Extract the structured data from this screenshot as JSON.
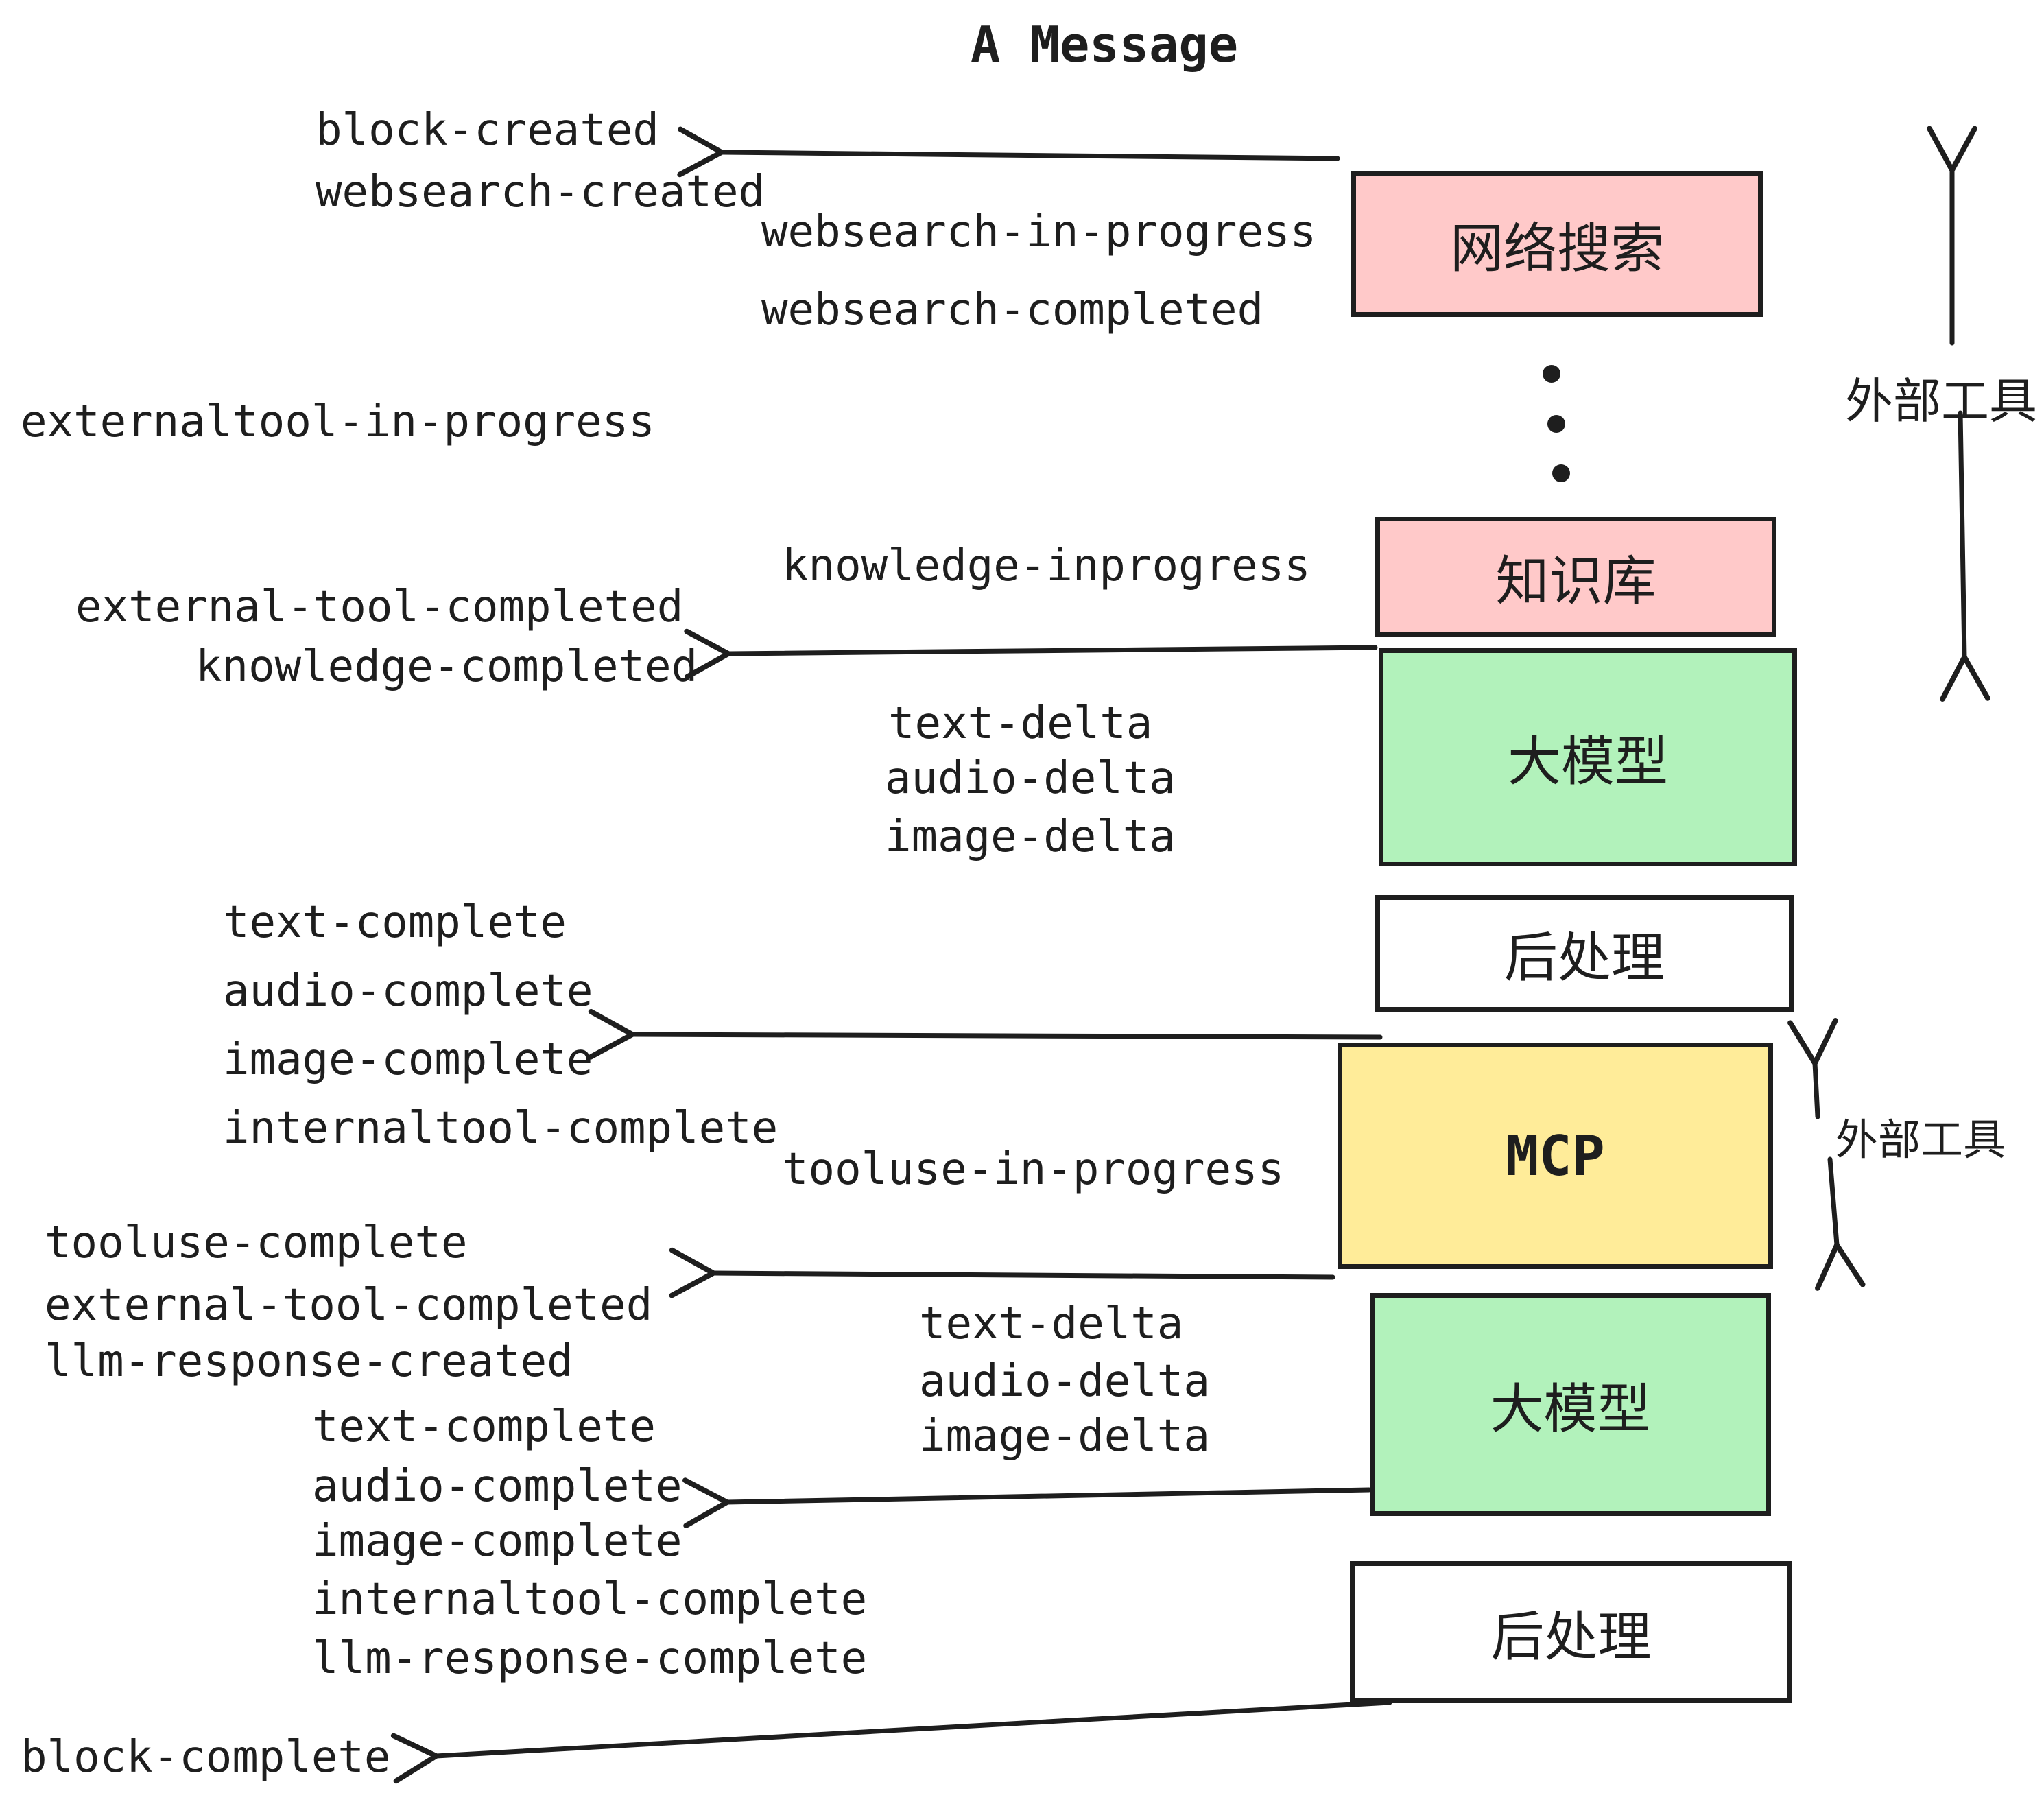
{
  "title": "A Message",
  "colors": {
    "ink": "#1e1e1e",
    "pink": "#ffc9c9",
    "green": "#b2f2bb",
    "yellow": "#ffec99",
    "white": "#ffffff"
  },
  "boxes": {
    "websearch": {
      "label": "网络搜索",
      "color": "#ffc9c9"
    },
    "knowledge": {
      "label": "知识库",
      "color": "#ffc9c9"
    },
    "llm1": {
      "label": "大模型",
      "color": "#b2f2bb"
    },
    "post1": {
      "label": "后处理",
      "color": "#ffffff"
    },
    "mcp": {
      "label": "MCP",
      "color": "#ffec99"
    },
    "llm2": {
      "label": "大模型",
      "color": "#b2f2bb"
    },
    "post2": {
      "label": "后处理",
      "color": "#ffffff"
    }
  },
  "side_labels": {
    "external_tools_top": "外部工具",
    "external_tools_mid": "外部工具"
  },
  "events": {
    "block_created": "block-created",
    "websearch_created": "websearch-created",
    "websearch_in_progress": "websearch-in-progress",
    "websearch_completed": "websearch-completed",
    "externaltool_in_progress": "externaltool-in-progress",
    "knowledge_inprogress": "knowledge-inprogress",
    "external_tool_completed_1": "external-tool-completed",
    "knowledge_completed": "knowledge-completed",
    "text_delta_1": "text-delta",
    "audio_delta_1": "audio-delta",
    "image_delta_1": "image-delta",
    "text_complete_1": "text-complete",
    "audio_complete_1": "audio-complete",
    "image_complete_1": "image-complete",
    "internaltool_complete_1": "internaltool-complete",
    "tooluse_in_progress": "tooluse-in-progress",
    "tooluse_complete": "tooluse-complete",
    "external_tool_completed_2": "external-tool-completed",
    "llm_response_created": "llm-response-created",
    "text_delta_2": "text-delta",
    "audio_delta_2": "audio-delta",
    "image_delta_2": "image-delta",
    "text_complete_2": "text-complete",
    "audio_complete_2": "audio-complete",
    "image_complete_2": "image-complete",
    "internaltool_complete_2": "internaltool-complete",
    "llm_response_complete": "llm-response-complete",
    "block_complete": "block-complete"
  }
}
